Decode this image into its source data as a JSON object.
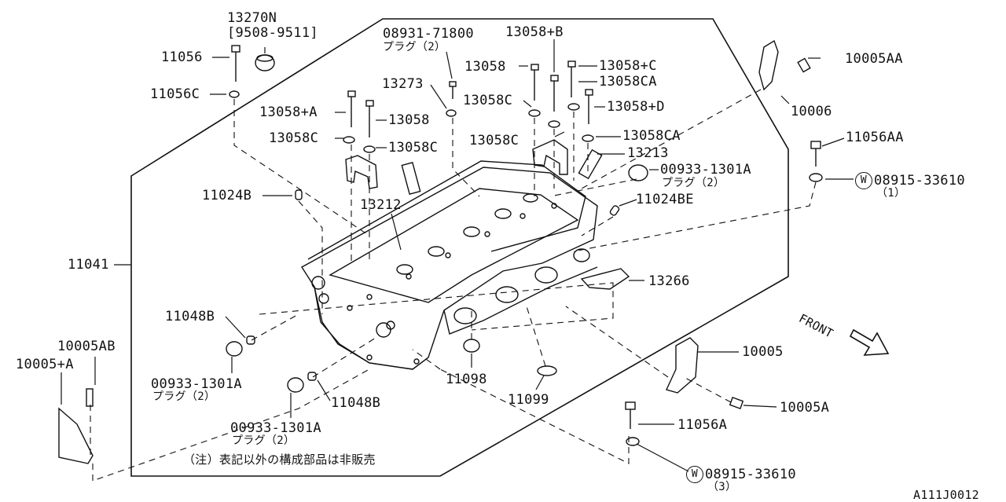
{
  "diagram": {
    "code": "A111J0012",
    "note": "（注）表記以外の構成部品は非販売",
    "front_label": "FRONT",
    "washer_symbol": "W",
    "parts": {
      "p13270N": "13270N",
      "p13270N_range": "[9508-9511]",
      "p11056": "11056",
      "p11056C": "11056C",
      "p08931": "08931-71800",
      "p08931_sub": "プラグ（2）",
      "p13273": "13273",
      "p13058_A": "13058+A",
      "p13058_left": "13058",
      "p13058C_a": "13058C",
      "p13058C_b": "13058C",
      "p13058_B": "13058+B",
      "p13058": "13058",
      "p13058_C": "13058+C",
      "p13058CA_a": "13058CA",
      "p13058C_c": "13058C",
      "p13058_D": "13058+D",
      "p13058C_d": "13058C",
      "p13058CA_b": "13058CA",
      "p13213": "13213",
      "p00933_top": "00933-1301A",
      "p00933_top_sub": "プラグ（2）",
      "p10005AA": "10005AA",
      "p10006": "10006",
      "p11056AA": "11056AA",
      "p08915_top": "08915-33610",
      "p08915_top_sub": "（1）",
      "p11024B": "11024B",
      "p13212": "13212",
      "p11024BE": "11024BE",
      "p11041": "11041",
      "p13266": "13266",
      "p11048B_a": "11048B",
      "p10005AB": "10005AB",
      "p10005_A": "10005+A",
      "p00933_left": "00933-1301A",
      "p00933_left_sub": "プラグ（2）",
      "p11098": "11098",
      "p11099": "11099",
      "p10005": "10005",
      "p11048B_b": "11048B",
      "p00933_bottom": "00933-1301A",
      "p00933_bottom_sub": "プラグ（2）",
      "p10005A": "10005A",
      "p11056A": "11056A",
      "p08915_bottom": "08915-33610",
      "p08915_bottom_sub": "（3）"
    }
  }
}
